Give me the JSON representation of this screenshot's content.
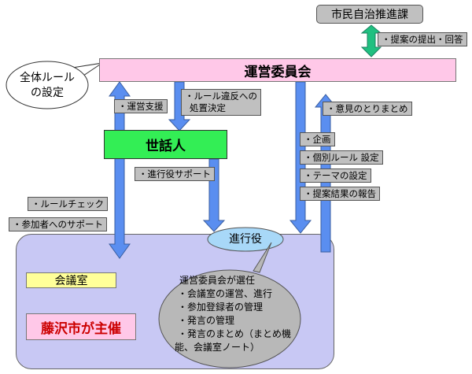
{
  "nodes": {
    "city_dept": "市民自治推進課",
    "committee": "運営委員会",
    "facilitator": "世話人",
    "moderator": "進行役",
    "meeting_room": "会議室",
    "organizer": "藤沢市が主催"
  },
  "callouts": {
    "global_rules": [
      "全体ルール",
      "の設定"
    ],
    "moderator_roles": [
      "運営委員会が選任",
      "・会議室の運営、進行",
      "・参加登録者の管理",
      "・発言の管理",
      "・発言のまとめ（まとめ機",
      "能、会議室ノート）"
    ]
  },
  "labels": {
    "proposal_reply": "・提案の提出・回答",
    "operation_support": "・運営支援",
    "rule_violation": [
      "・ルール違反への",
      "処置決定"
    ],
    "opinion_summary": "・意見のとりまとめ",
    "planning": "・企画",
    "individual_rules": "・個別ルール 設定",
    "theme_setting": "・テーマの設定",
    "proposal_report": "・提案結果の報告",
    "moderator_support": "・進行役サポート",
    "rule_check": "・ルールチェック",
    "participant_support": "・参加者へのサポート"
  },
  "colors": {
    "committee_fill": "#ffc8e8",
    "facilitator_fill": "#33ee55",
    "meeting_area_fill": "#c8c8f4",
    "arrow_blue": "#5a8ef0",
    "arrow_green": "#20c080",
    "moderator_fill": "#a8d8f8",
    "callout_fill": "#b8b8b8",
    "room_label_fill": "#ffff99",
    "organizer_fill": "#ffc8e8",
    "organizer_text": "#cc0000"
  }
}
